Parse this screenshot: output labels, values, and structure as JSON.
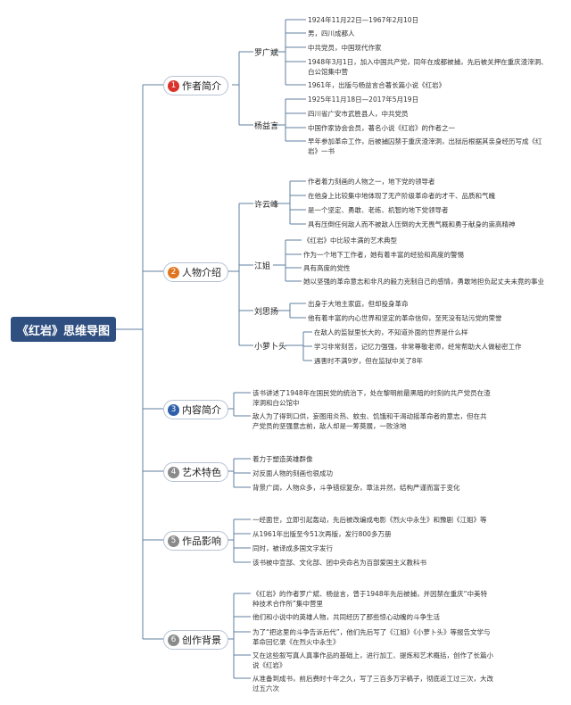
{
  "root": {
    "title": "《红岩》思维导图"
  },
  "branches": [
    {
      "num": "1",
      "label": "作者简介"
    },
    {
      "num": "2",
      "label": "人物介绍"
    },
    {
      "num": "3",
      "label": "内容简介"
    },
    {
      "num": "4",
      "label": "艺术特色"
    },
    {
      "num": "5",
      "label": "作品影响"
    },
    {
      "num": "6",
      "label": "创作背景"
    }
  ],
  "authors": [
    {
      "name": "罗广斌",
      "facts": [
        "1924年11月22日—1967年2月10日",
        "男，四川成都人",
        "中共党员，中国现代作家",
        "1948年3月1日，加入中国共产党，同年在成都被捕，先后被关押在重庆渣滓洞、白公馆集中营",
        "1961年，出版与杨益言合著长篇小说《红岩》"
      ]
    },
    {
      "name": "杨益言",
      "facts": [
        "1925年11月18日—2017年5月19日",
        "四川省广安市武胜县人，中共党员",
        "中国作家协会会员，著名小说《红岩》的作者之一",
        "早年参加革命工作，后被捕囚禁于重庆渣滓洞，出狱后根据其亲身经历写成《红岩》一书"
      ]
    }
  ],
  "characters": [
    {
      "name": "许云峰",
      "facts": [
        "作者着力刻画的人物之一，地下党的领导者",
        "在他身上比较集中地体现了无产阶级革命者的才干、品质和气魄",
        "是一个坚定、勇敢、老练、机智的地下党领导者",
        "具有压倒任何敌人而不被敌人压倒的大无畏气概和勇于献身的崇高精神"
      ]
    },
    {
      "name": "江姐",
      "facts": [
        "《红岩》中比较丰满的艺术典型",
        "作为一个地下工作者，她有着丰富的经验和高度的警惕",
        "具有高度的党性",
        "她以坚强的革命意志和非凡的毅力克制自己的感情，勇敢地担负起丈夫未竟的事业"
      ]
    },
    {
      "name": "刘思扬",
      "facts": [
        "出身于大地主家庭，但却投身革命",
        "他有着丰富的内心世界和坚定的革命信仰，至死没有玷污党的荣誉"
      ]
    },
    {
      "name": "小萝卜头",
      "facts": [
        "在敌人的监狱里长大的，不知道外面的世界是什么样",
        "学习非常刻苦，记忆力强强，非常尊敬老师，经常帮助大人做秘密工作",
        "遇害时不满9岁，但在监狱中关了8年"
      ]
    }
  ],
  "content": [
    "该书讲述了1948年在国民党的统治下，处在黎明前最黑暗的时刻的共产党员在渣滓洞和白公馆中",
    "敌人为了得到口供，妄图用炎热、蚊虫、饥饿和干渴动摇革命者的意志，但在共产党员的坚强意志前，敌人却是一筹莫展，一败涂地"
  ],
  "art": [
    "着力于塑造英雄群像",
    "对反面人物的刻画也很成功",
    "背景广阔，人物众多，斗争错综复杂，章法井然，结构严谨而富于变化"
  ],
  "impact": [
    "一经面世，立即引起轰动，先后被改编成电影《烈火中永生》和豫剧《江姐》等",
    "从1961年出版至今51次再版，发行800多万册",
    "同时，被译成多国文字发行",
    "该书被中宣部、文化部、团中央命名为百部爱国主义教科书"
  ],
  "background": [
    "《红岩》的作者罗广斌、杨益言，曾于1948年先后被捕，并因禁在重庆“中美特种技术合作所”集中营里",
    "他们和小说中的英雄人物，共同经历了那些惊心动魄的斗争生活",
    "为了“把这里的斗争告诉后代”，他们先后写了《江姐》《小萝卜头》等报告文学与革命回忆录《在烈火中永生》",
    "又在这些叙写真人真事作品的基础上，进行加工、提炼和艺术概括，创作了长篇小说《红岩》",
    "从准备到成书，前后费时十年之久，写了三百多万字稿子，彻底返工过三次，大改过五六次"
  ],
  "colors": {
    "root_bg": "#2f4f80",
    "line": "#5f7fa0"
  }
}
